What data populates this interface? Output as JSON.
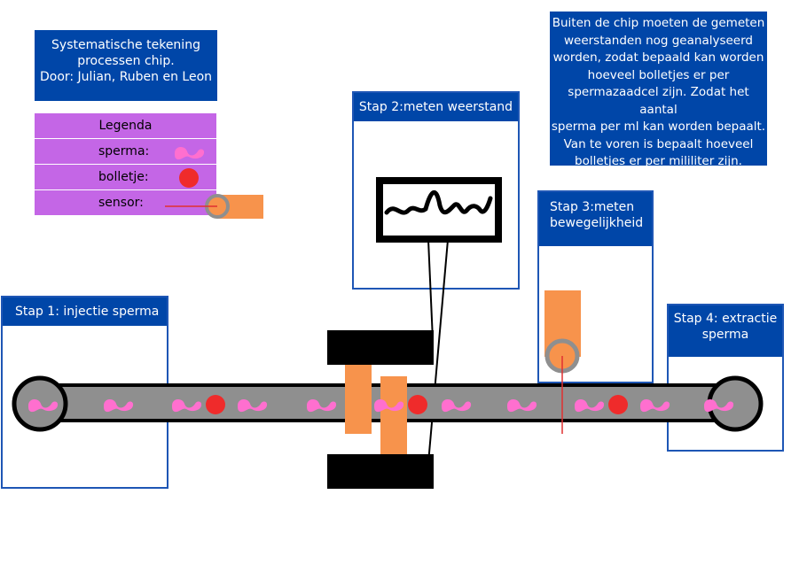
{
  "title_box": {
    "line1": "Systematische tekening",
    "line2": "processen chip.",
    "line3": "Door: Julian, Ruben en Leon"
  },
  "legend": {
    "title": "Legenda",
    "sperma_label": "sperma:",
    "bolletje_label": "bolletje:",
    "sensor_label": "sensor:"
  },
  "note": {
    "lines": [
      "Buiten de chip moeten de gemeten",
      "weerstanden nog geanalyseerd",
      "worden, zodat bepaald kan worden",
      "hoeveel bolletjes er per",
      "spermazaadcel zijn. Zodat het aantal",
      "sperma per ml kan worden bepaalt.",
      "Van te voren is bepaalt hoeveel",
      "bolletjes er per mililiter zijn."
    ]
  },
  "steps": {
    "step1": "Stap 1: injectie sperma",
    "step2": "Stap 2:meten weerstand",
    "step3_line1": "Stap 3:meten",
    "step3_line2": "bewegelijkheid",
    "step4_line1": "Stap 4: extractie",
    "step4_line2": "sperma"
  },
  "colors": {
    "header_blue": "#0046a8",
    "legend_purple": "#c466e6",
    "sperm_pink": "#ff6fcf",
    "ball_red": "#ef2b2b",
    "sensor_orange": "#f7934c",
    "channel_grey": "#8f8f8f"
  }
}
